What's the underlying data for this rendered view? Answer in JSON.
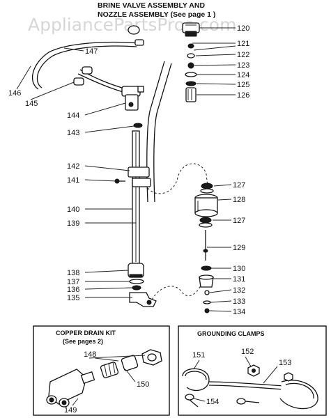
{
  "watermark": "AppliancePartsPros.com",
  "header": {
    "line1": "BRINE VALVE ASSEMBLY AND",
    "line2": "NOZZLE ASSEMBLY (See page 1 )"
  },
  "part_labels": {
    "p120": "120",
    "p121": "121",
    "p122": "122",
    "p123": "123",
    "p124": "124",
    "p125": "125",
    "p126": "126",
    "p127a": "127",
    "p128": "128",
    "p127b": "127",
    "p129": "129",
    "p130": "130",
    "p131": "131",
    "p132": "132",
    "p133": "133",
    "p134": "134",
    "p135": "135",
    "p136": "136",
    "p137": "137",
    "p138": "138",
    "p139": "139",
    "p140": "140",
    "p141": "141",
    "p142": "142",
    "p143": "143",
    "p144": "144",
    "p145": "145",
    "p146": "146",
    "p147": "147",
    "p148": "148",
    "p149": "149",
    "p150": "150",
    "p151": "151",
    "p152": "152",
    "p153": "153",
    "p154": "154"
  },
  "copper_drain_kit": {
    "title": "COPPER DRAIN KIT",
    "subtitle": "(See pages 2)"
  },
  "grounding_clamps": {
    "title": "GROUNDING CLAMPS"
  }
}
